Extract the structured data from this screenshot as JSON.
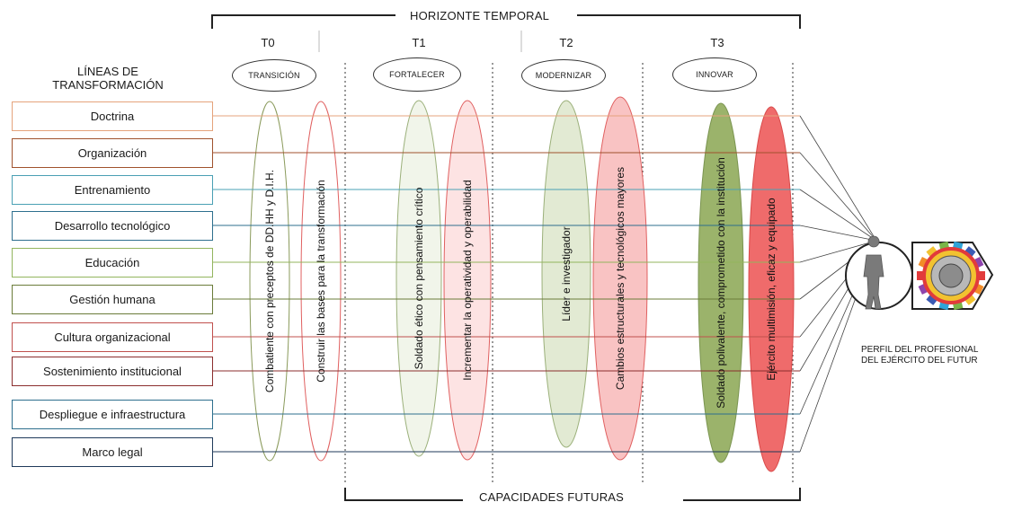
{
  "header": {
    "title": "HORIZONTE TEMPORAL",
    "footer": "CAPACIDADES FUTURAS"
  },
  "periods": [
    {
      "label": "T0",
      "phase": "TRANSICIÓN"
    },
    {
      "label": "T1",
      "phase": "FORTALECER"
    },
    {
      "label": "T2",
      "phase": "MODERNIZAR"
    },
    {
      "label": "T3",
      "phase": "INNOVAR"
    }
  ],
  "lines_title": [
    "LÍNEAS DE",
    "TRANSFORMACIÓN"
  ],
  "lines": [
    {
      "label": "Doctrina",
      "color": "#e5a37c"
    },
    {
      "label": "Organización",
      "color": "#a0522d"
    },
    {
      "label": "Entrenamiento",
      "color": "#4aa0b4"
    },
    {
      "label": "Desarrollo tecnológico",
      "color": "#2e6f8e"
    },
    {
      "label": "Educación",
      "color": "#93b55e"
    },
    {
      "label": "Gestión humana",
      "color": "#6b7c3a"
    },
    {
      "label": "Cultura organizacional",
      "color": "#c0504d"
    },
    {
      "label": "Sostenimiento institucional",
      "color": "#8b2e2e"
    },
    {
      "label": "Despliegue e infraestructura",
      "color": "#2e6f8e"
    },
    {
      "label": "Marco legal",
      "color": "#1f3a5a"
    }
  ],
  "capabilities": [
    {
      "text": "Combatiente con preceptos de DD.HH y D.I.H.",
      "fill": "#ffffff",
      "stroke": "#8a9a5b"
    },
    {
      "text": "Construir las bases para la transformación",
      "fill": "#ffffff",
      "stroke": "#e06060"
    },
    {
      "text": "Soldado ético con pensamiento crítico",
      "fill": "#f1f5ea",
      "stroke": "#9bb07a"
    },
    {
      "text": "Incrementar la operatividad y operabilidad",
      "fill": "#fde3e3",
      "stroke": "#e06060"
    },
    {
      "text": "Líder e investigador",
      "fill": "#e2ead3",
      "stroke": "#9bb07a"
    },
    {
      "text": "Cambios estructurales y tecnológicos mayores",
      "fill": "#f9c3c3",
      "stroke": "#e06060"
    },
    {
      "text": "Soldado polivalente, comprometido con la institución",
      "fill": "#9bb36b",
      "stroke": "#7a9450"
    },
    {
      "text": "Ejército multimisión, eficaz y equipado",
      "fill": "#ef6b6b",
      "stroke": "#d94a4a"
    }
  ],
  "profile": {
    "label": [
      "PERFIL DEL PROFESIONAL",
      "DEL EJÉRCITO DEL FUTUR"
    ],
    "icons": [
      "soldier-icon",
      "gear-emblem-icon"
    ],
    "gear_colors": [
      "#e23b3b",
      "#f28c28",
      "#f2c230",
      "#7ab648",
      "#2fa4d9",
      "#3b5bb5",
      "#8e44ad"
    ]
  }
}
